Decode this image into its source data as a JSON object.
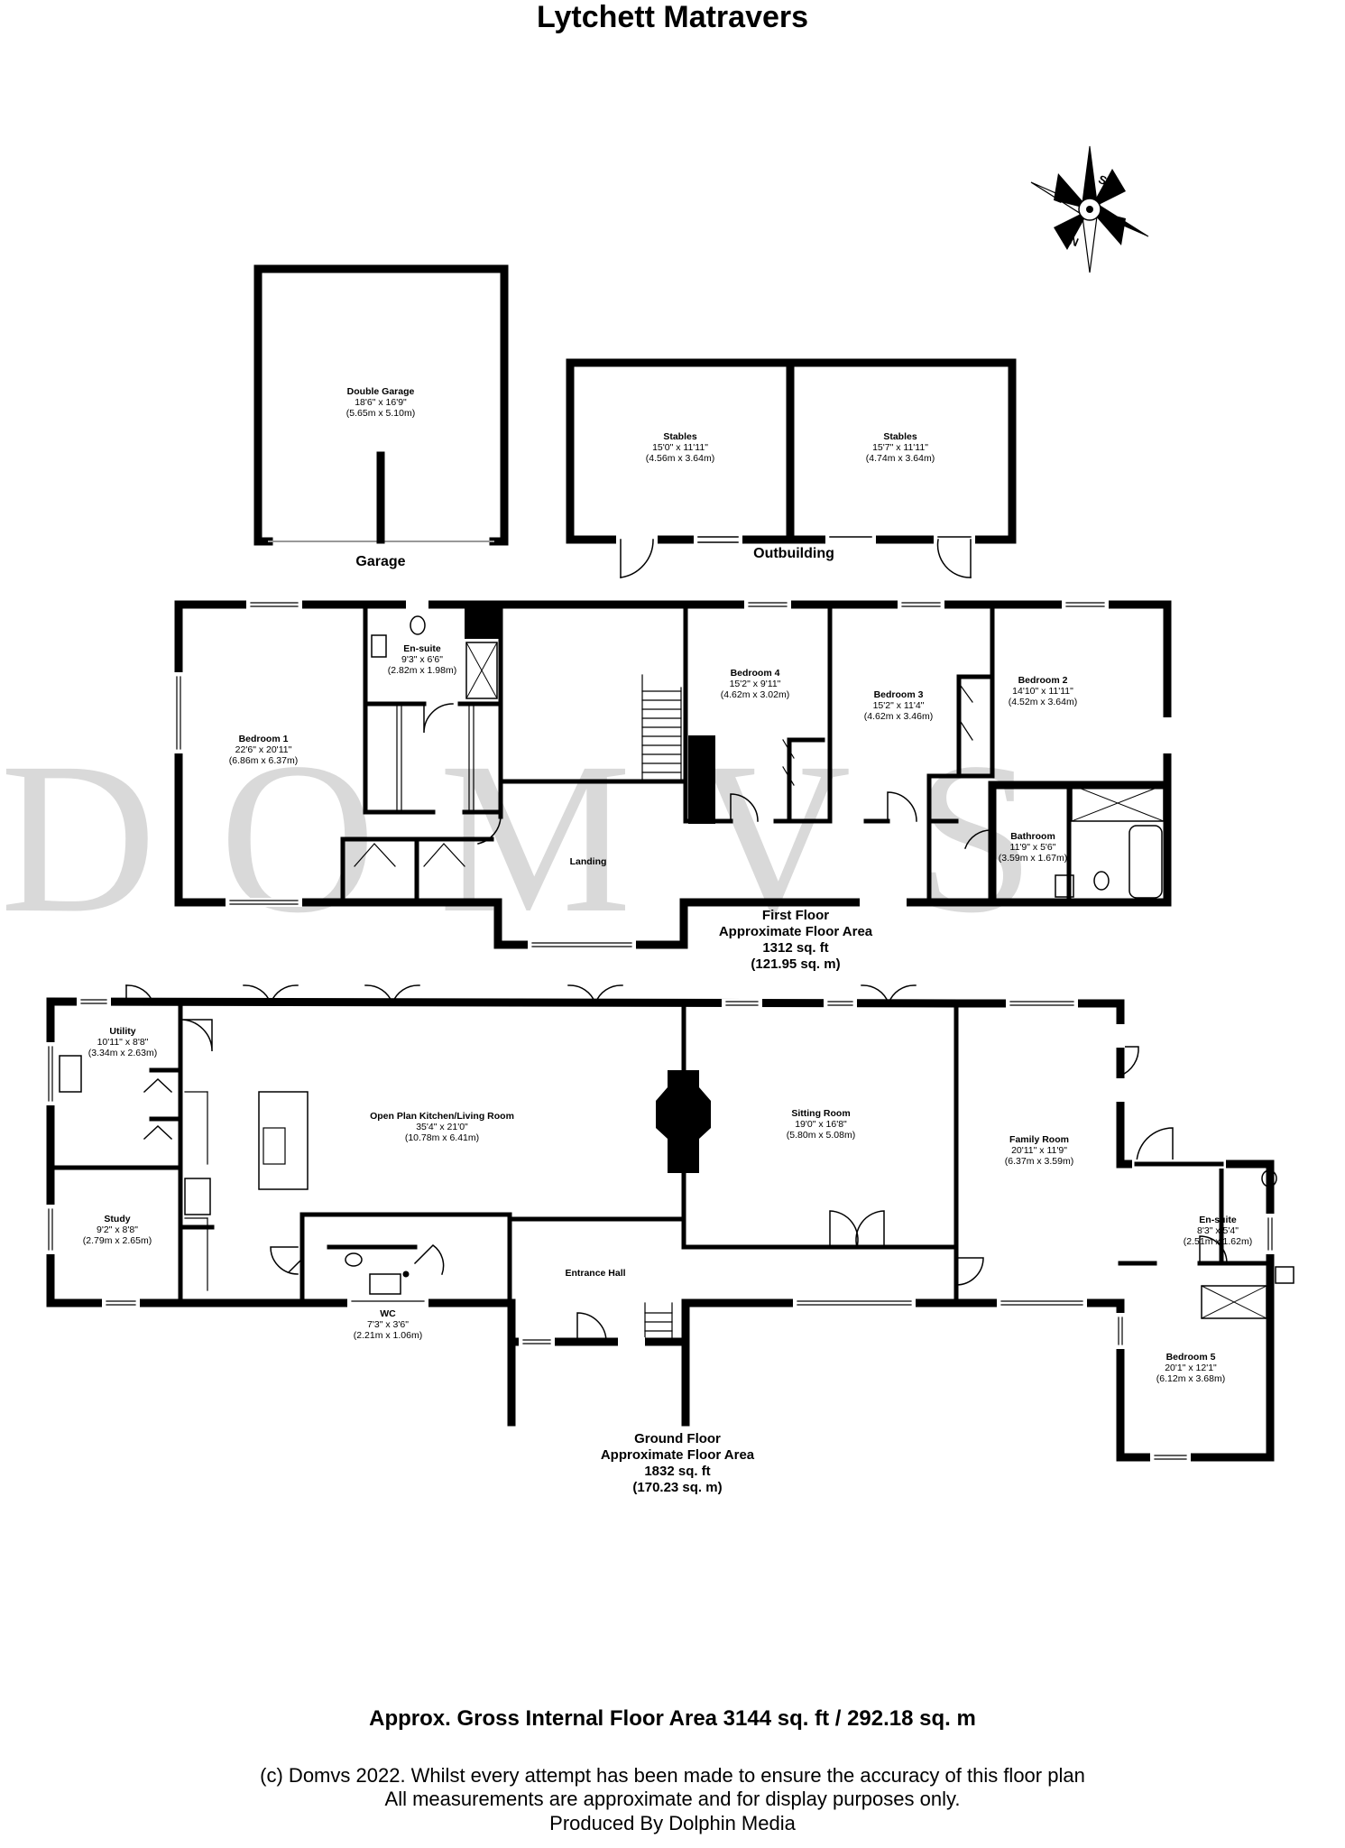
{
  "title": "Lytchett Matravers",
  "watermark": "DOMVS",
  "compass": {
    "n": "N",
    "e": "E",
    "s": "S",
    "w": "W"
  },
  "labels": {
    "garage": "Garage",
    "outbuilding": "Outbuilding"
  },
  "rooms": {
    "double_garage": {
      "name": "Double Garage",
      "imperial": "18'6\" x 16'9\"",
      "metric": "(5.65m x 5.10m)"
    },
    "stables_1": {
      "name": "Stables",
      "imperial": "15'0\" x 11'11\"",
      "metric": "(4.56m x 3.64m)"
    },
    "stables_2": {
      "name": "Stables",
      "imperial": "15'7\" x 11'11\"",
      "metric": "(4.74m x 3.64m)"
    },
    "bedroom_1": {
      "name": "Bedroom 1",
      "imperial": "22'6\" x 20'11\"",
      "metric": "(6.86m x 6.37m)"
    },
    "ensuite_1": {
      "name": "En-suite",
      "imperial": "9'3\" x 6'6\"",
      "metric": "(2.82m x 1.98m)"
    },
    "bedroom_4": {
      "name": "Bedroom 4",
      "imperial": "15'2\" x 9'11\"",
      "metric": "(4.62m x 3.02m)"
    },
    "bedroom_3": {
      "name": "Bedroom 3",
      "imperial": "15'2\" x 11'4\"",
      "metric": "(4.62m x 3.46m)"
    },
    "bedroom_2": {
      "name": "Bedroom 2",
      "imperial": "14'10\" x 11'11\"",
      "metric": "(4.52m x 3.64m)"
    },
    "bathroom": {
      "name": "Bathroom",
      "imperial": "11'9\" x 5'6\"",
      "metric": "(3.59m x 1.67m)"
    },
    "landing": {
      "name": "Landing"
    },
    "utility": {
      "name": "Utility",
      "imperial": "10'11\" x 8'8\"",
      "metric": "(3.34m x 2.63m)"
    },
    "kitchen": {
      "name": "Open Plan Kitchen/Living Room",
      "imperial": "35'4\" x 21'0\"",
      "metric": "(10.78m x 6.41m)"
    },
    "sitting_room": {
      "name": "Sitting Room",
      "imperial": "19'0\" x 16'8\"",
      "metric": "(5.80m x 5.08m)"
    },
    "family_room": {
      "name": "Family Room",
      "imperial": "20'11\" x 11'9\"",
      "metric": "(6.37m x 3.59m)"
    },
    "study": {
      "name": "Study",
      "imperial": "9'2\" x 8'8\"",
      "metric": "(2.79m x 2.65m)"
    },
    "ensuite_2": {
      "name": "En-suite",
      "imperial": "8'3\" x 5'4\"",
      "metric": "(2.51m x 1.62m)"
    },
    "wc": {
      "name": "WC",
      "imperial": "7'3\" x 3'6\"",
      "metric": "(2.21m x 1.06m)"
    },
    "entrance_hall": {
      "name": "Entrance Hall"
    },
    "bedroom_5": {
      "name": "Bedroom 5",
      "imperial": "20'1\" x 12'1\"",
      "metric": "(6.12m x 3.68m)"
    }
  },
  "first_floor": {
    "line1": "First Floor",
    "line2": "Approximate Floor Area",
    "line3": "1312 sq. ft",
    "line4": "(121.95 sq. m)"
  },
  "ground_floor": {
    "line1": "Ground Floor",
    "line2": "Approximate Floor Area",
    "line3": "1832 sq. ft",
    "line4": "(170.23 sq. m)"
  },
  "gross_area": "Approx. Gross Internal Floor Area 3144 sq. ft / 292.18 sq. m",
  "footer": {
    "line1": "(c) Domvs 2022. Whilst every attempt has been made to ensure the accuracy of this floor plan",
    "line2": "All measurements are approximate and for display purposes only.",
    "line3": "Produced By Dolphin Media"
  }
}
